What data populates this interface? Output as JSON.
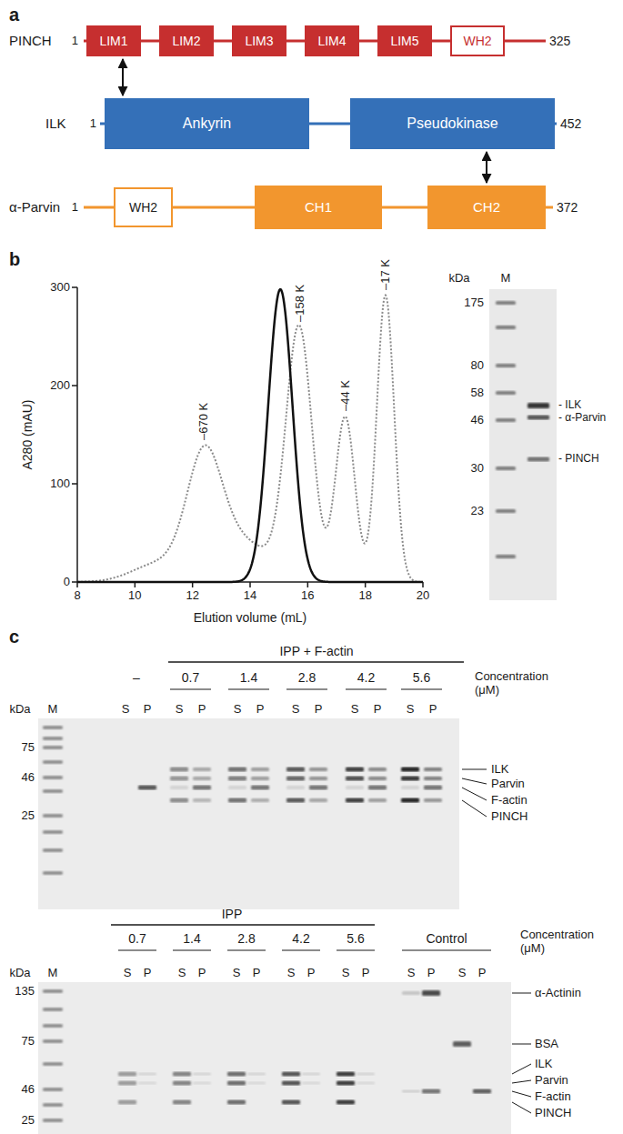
{
  "diagram": {
    "nodes": [
      {
        "text": [
          "LIM1"
        ]
      },
      {
        "text": [
          "LIM2"
        ]
      },
      {
        "text": [
          "LIM3"
        ]
      },
      {
        "text": [
          "LIM4"
        ]
      },
      {
        "text": [
          "LIM5"
        ]
      },
      {
        "text": [
          "WH2"
        ]
      },
      {
        "text": [
          "Ankyrin"
        ]
      },
      {
        "text": [
          "Pseudokinase"
        ]
      },
      {
        "text": [
          "WH2"
        ]
      },
      {
        "text": [
          "CH1"
        ]
      },
      {
        "text": [
          "CH2"
        ]
      }
    ],
    "edges": [
      {
        "from": 0,
        "to": 6,
        "arrow": "both"
      },
      {
        "from": 7,
        "to": 10,
        "arrow": "both"
      }
    ],
    "labels": [
      "a",
      "PINCH",
      "1",
      "325",
      "ILK",
      "1",
      "452",
      "α-Parvin",
      "1",
      "372",
      "b",
      "300",
      "200",
      "100",
      "0",
      "8",
      "10",
      "12",
      "14",
      "16",
      "18",
      "20",
      "A280 (mAU)",
      "Elution volume (mL)",
      "–670 K",
      "–158 K",
      "–44 K",
      "–17 K",
      "kDa",
      "M",
      "175",
      "80",
      "58",
      "46",
      "30",
      "23",
      "- ILK",
      "- α-Parvin",
      "- PINCH",
      "c",
      "IPP + F-actin",
      "–",
      "0.7",
      "1.4",
      "2.8",
      "4.2",
      "5.6",
      "Concentration (μM)",
      "kDa",
      "M",
      "S",
      "P",
      "S",
      "P",
      "S",
      "P",
      "S",
      "P",
      "S",
      "P",
      "S",
      "P",
      "75",
      "46",
      "25",
      "ILK",
      "Parvin",
      "F-actin",
      "PINCH",
      "IPP",
      "0.7",
      "1.4",
      "2.8",
      "4.2",
      "5.6",
      "Control",
      "Concentration (μM)",
      "kDa",
      "M",
      "S",
      "P",
      "S",
      "P",
      "S",
      "P",
      "S",
      "P",
      "S",
      "P",
      "S",
      "P",
      "S",
      "P",
      "135",
      "75",
      "46",
      "25",
      "α-Actinin",
      "BSA",
      "ILK",
      "Parvin",
      "F-actin",
      "PINCH"
    ]
  }
}
